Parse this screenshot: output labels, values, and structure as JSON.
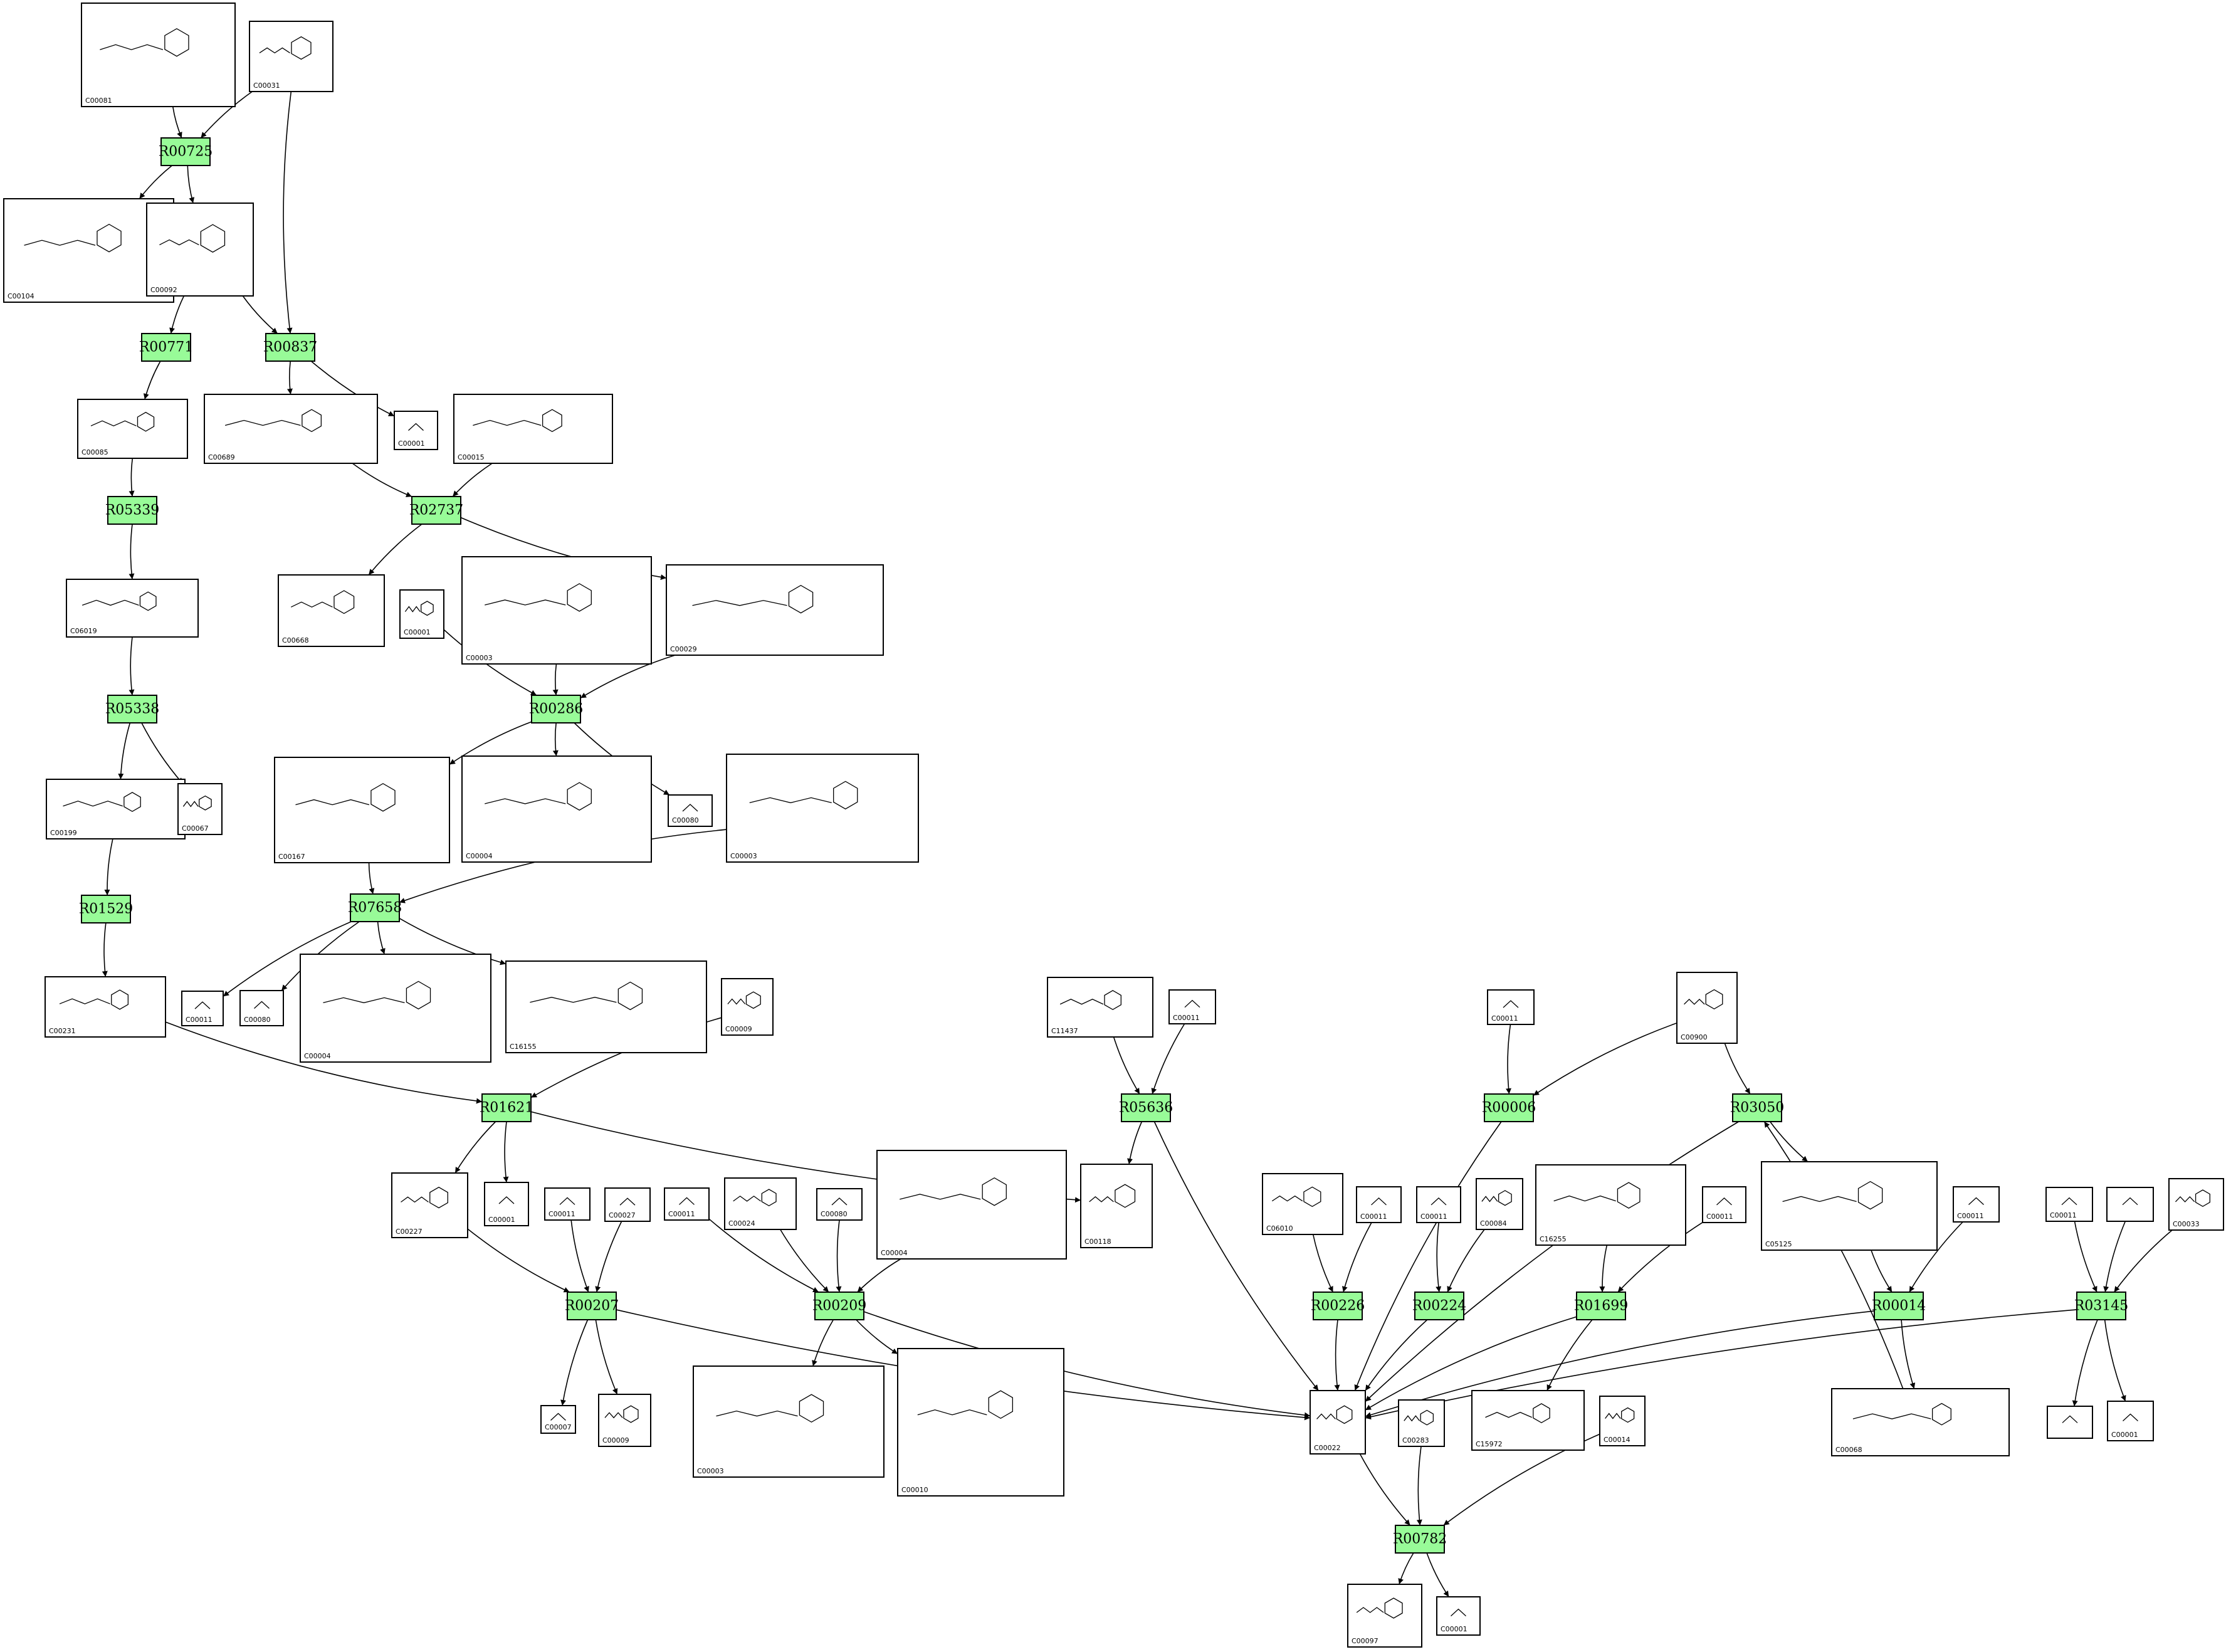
{
  "reactions": [
    "R00725",
    "R00771",
    "R00837",
    "R05339",
    "R02737",
    "R05338",
    "R00286",
    "R01529",
    "R07658",
    "R01621",
    "R05636",
    "R00006",
    "R03050",
    "R00207",
    "R00209",
    "R00226",
    "R00224",
    "R01699",
    "R00014",
    "R03145",
    "R00782"
  ],
  "compounds": [
    {
      "id": "n1",
      "label": "C00081"
    },
    {
      "id": "n2",
      "label": "C00031"
    },
    {
      "id": "n3",
      "label": "C00104"
    },
    {
      "id": "n4",
      "label": "C00092"
    },
    {
      "id": "n5",
      "label": "C00085"
    },
    {
      "id": "n6",
      "label": "C00689"
    },
    {
      "id": "n7",
      "label": "C00001"
    },
    {
      "id": "n8",
      "label": "C00015"
    },
    {
      "id": "n9",
      "label": "C06019"
    },
    {
      "id": "n10",
      "label": "C00668"
    },
    {
      "id": "n11",
      "label": "C00001"
    },
    {
      "id": "n12",
      "label": "C00003"
    },
    {
      "id": "n13",
      "label": "C00029"
    },
    {
      "id": "n14",
      "label": "C00199"
    },
    {
      "id": "n15",
      "label": "C00067"
    },
    {
      "id": "n16",
      "label": "C00167"
    },
    {
      "id": "n17",
      "label": "C00004"
    },
    {
      "id": "n18",
      "label": "C00080"
    },
    {
      "id": "n19",
      "label": "C00003"
    },
    {
      "id": "n20",
      "label": "C00231"
    },
    {
      "id": "n21",
      "label": "C00011"
    },
    {
      "id": "n22",
      "label": "C00080"
    },
    {
      "id": "n23",
      "label": "C00004"
    },
    {
      "id": "n24",
      "label": "C16155"
    },
    {
      "id": "n25",
      "label": "C00009"
    },
    {
      "id": "n26",
      "label": "C11437"
    },
    {
      "id": "n27",
      "label": "C00011"
    },
    {
      "id": "n28",
      "label": "C00011"
    },
    {
      "id": "n29",
      "label": "C00900"
    },
    {
      "id": "n30",
      "label": "C00227"
    },
    {
      "id": "n31",
      "label": "C00001"
    },
    {
      "id": "n32",
      "label": "C00011"
    },
    {
      "id": "n33",
      "label": "C00027"
    },
    {
      "id": "n34",
      "label": "C00011"
    },
    {
      "id": "n35",
      "label": "C00024"
    },
    {
      "id": "n36",
      "label": "C00080"
    },
    {
      "id": "n37",
      "label": "C00004"
    },
    {
      "id": "n38",
      "label": "C00118"
    },
    {
      "id": "n39",
      "label": "C06010"
    },
    {
      "id": "n40",
      "label": "C00011"
    },
    {
      "id": "n41",
      "label": "C00011"
    },
    {
      "id": "n42",
      "label": "C00084"
    },
    {
      "id": "n43",
      "label": "C16255"
    },
    {
      "id": "n44",
      "label": "C00011"
    },
    {
      "id": "n45",
      "label": "C05125"
    },
    {
      "id": "n46",
      "label": "C00011"
    },
    {
      "id": "n47",
      "label": "C00011"
    },
    {
      "id": "n48",
      "label": ""
    },
    {
      "id": "n49",
      "label": "C00033"
    },
    {
      "id": "n50",
      "label": "C00007"
    },
    {
      "id": "n51",
      "label": "C00009"
    },
    {
      "id": "n52",
      "label": "C00003"
    },
    {
      "id": "n53",
      "label": "C00010"
    },
    {
      "id": "n54",
      "label": "C00022"
    },
    {
      "id": "n55",
      "label": "C00283"
    },
    {
      "id": "n56",
      "label": "C15972"
    },
    {
      "id": "n57",
      "label": "C00014"
    },
    {
      "id": "n58",
      "label": "C00068"
    },
    {
      "id": "n59",
      "label": ""
    },
    {
      "id": "n60",
      "label": "C00001"
    },
    {
      "id": "n61",
      "label": "C00097"
    },
    {
      "id": "n62",
      "label": "C00001"
    }
  ],
  "edges": [
    [
      "n1",
      "R00725"
    ],
    [
      "n2",
      "R00725"
    ],
    [
      "R00725",
      "n3"
    ],
    [
      "R00725",
      "n4"
    ],
    [
      "n4",
      "R00771"
    ],
    [
      "n4",
      "R00837"
    ],
    [
      "n2",
      "R00837"
    ],
    [
      "R00771",
      "n5"
    ],
    [
      "R00837",
      "n6"
    ],
    [
      "R00837",
      "n7"
    ],
    [
      "n5",
      "R05339"
    ],
    [
      "n6",
      "R02737"
    ],
    [
      "n8",
      "R02737"
    ],
    [
      "R05339",
      "n9"
    ],
    [
      "R02737",
      "n10"
    ],
    [
      "R02737",
      "n13"
    ],
    [
      "n9",
      "R05338"
    ],
    [
      "n11",
      "R00286"
    ],
    [
      "n12",
      "R00286"
    ],
    [
      "n13",
      "R00286"
    ],
    [
      "R05338",
      "n14"
    ],
    [
      "R05338",
      "n15"
    ],
    [
      "R00286",
      "n16"
    ],
    [
      "R00286",
      "n17"
    ],
    [
      "R00286",
      "n18"
    ],
    [
      "n14",
      "R01529"
    ],
    [
      "n16",
      "R07658"
    ],
    [
      "n19",
      "R07658"
    ],
    [
      "R01529",
      "n20"
    ],
    [
      "R07658",
      "n21"
    ],
    [
      "R07658",
      "n22"
    ],
    [
      "R07658",
      "n23"
    ],
    [
      "R07658",
      "n24"
    ],
    [
      "n20",
      "R01621"
    ],
    [
      "n25",
      "R01621"
    ],
    [
      "n26",
      "R05636"
    ],
    [
      "n27",
      "R05636"
    ],
    [
      "n28",
      "R00006"
    ],
    [
      "n29",
      "R00006"
    ],
    [
      "n29",
      "R03050"
    ],
    [
      "R01621",
      "n30"
    ],
    [
      "R01621",
      "n31"
    ],
    [
      "R01621",
      "n38"
    ],
    [
      "R05636",
      "n38"
    ],
    [
      "n30",
      "R00207"
    ],
    [
      "n32",
      "R00207"
    ],
    [
      "n33",
      "R00207"
    ],
    [
      "n34",
      "R00209"
    ],
    [
      "n35",
      "R00209"
    ],
    [
      "n36",
      "R00209"
    ],
    [
      "n37",
      "R00209"
    ],
    [
      "n39",
      "R00226"
    ],
    [
      "n40",
      "R00226"
    ],
    [
      "n41",
      "R00224"
    ],
    [
      "n42",
      "R00224"
    ],
    [
      "n43",
      "R01699"
    ],
    [
      "n44",
      "R01699"
    ],
    [
      "n45",
      "R00014"
    ],
    [
      "n46",
      "R00014"
    ],
    [
      "n47",
      "R03145"
    ],
    [
      "n48",
      "R03145"
    ],
    [
      "n49",
      "R03145"
    ],
    [
      "R00207",
      "n50"
    ],
    [
      "R00207",
      "n51"
    ],
    [
      "R00209",
      "n52"
    ],
    [
      "R00209",
      "n53"
    ],
    [
      "R00207",
      "n54"
    ],
    [
      "R00209",
      "n54"
    ],
    [
      "R05636",
      "n54"
    ],
    [
      "R00006",
      "n54"
    ],
    [
      "R03050",
      "n54"
    ],
    [
      "R00226",
      "n54"
    ],
    [
      "R00224",
      "n54"
    ],
    [
      "R01699",
      "n54"
    ],
    [
      "R00014",
      "n54"
    ],
    [
      "R03145",
      "n54"
    ],
    [
      "R01699",
      "n56"
    ],
    [
      "R00014",
      "n58"
    ],
    [
      "n58",
      "R03050"
    ],
    [
      "R03050",
      "n45"
    ],
    [
      "R03145",
      "n59"
    ],
    [
      "R03145",
      "n60"
    ],
    [
      "n54",
      "R00782"
    ],
    [
      "n55",
      "R00782"
    ],
    [
      "n57",
      "R00782"
    ],
    [
      "R00782",
      "n61"
    ],
    [
      "R00782",
      "n62"
    ]
  ]
}
